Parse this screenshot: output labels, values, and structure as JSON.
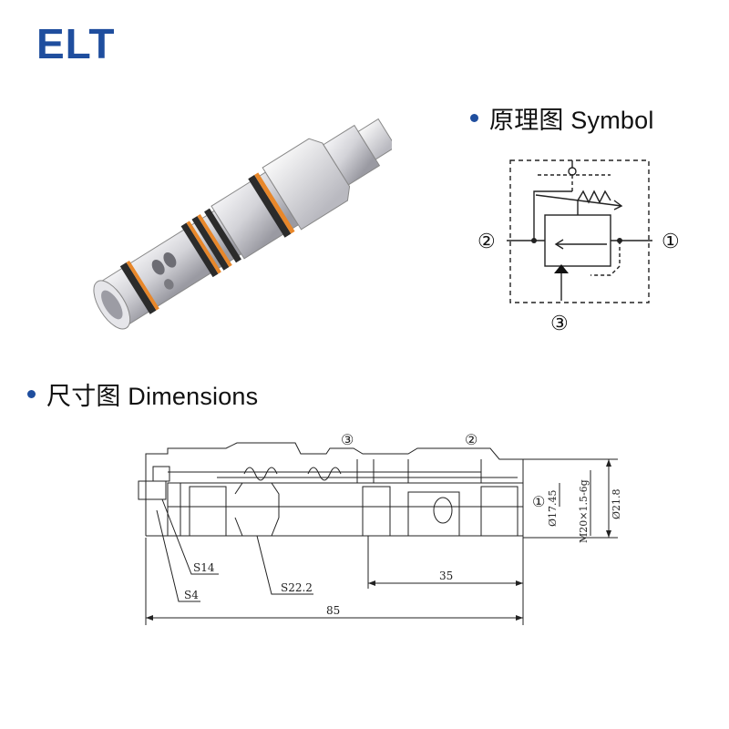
{
  "brand": {
    "logo_text": "ELT",
    "color": "#1f4e9e"
  },
  "sections": {
    "symbol": {
      "title": "原理图 Symbol"
    },
    "dimensions": {
      "title": "尺寸图 Dimensions"
    }
  },
  "symbol_diagram": {
    "port_left": "②",
    "port_right": "①",
    "port_bottom": "③"
  },
  "dimension_drawing": {
    "port_3": "③",
    "port_2": "②",
    "port_1": "①",
    "label_s14": "S14",
    "label_s4": "S4",
    "label_s22": "S22.2",
    "dim_35": "35",
    "dim_85": "85",
    "dim_17": "Ø17.45",
    "dim_m20": "M20×1.5-6g",
    "dim_21": "Ø21.8"
  },
  "colors": {
    "accent_orange": "#e8872a",
    "seal_black": "#2b2b2b",
    "metal": "#cfcfd4"
  }
}
